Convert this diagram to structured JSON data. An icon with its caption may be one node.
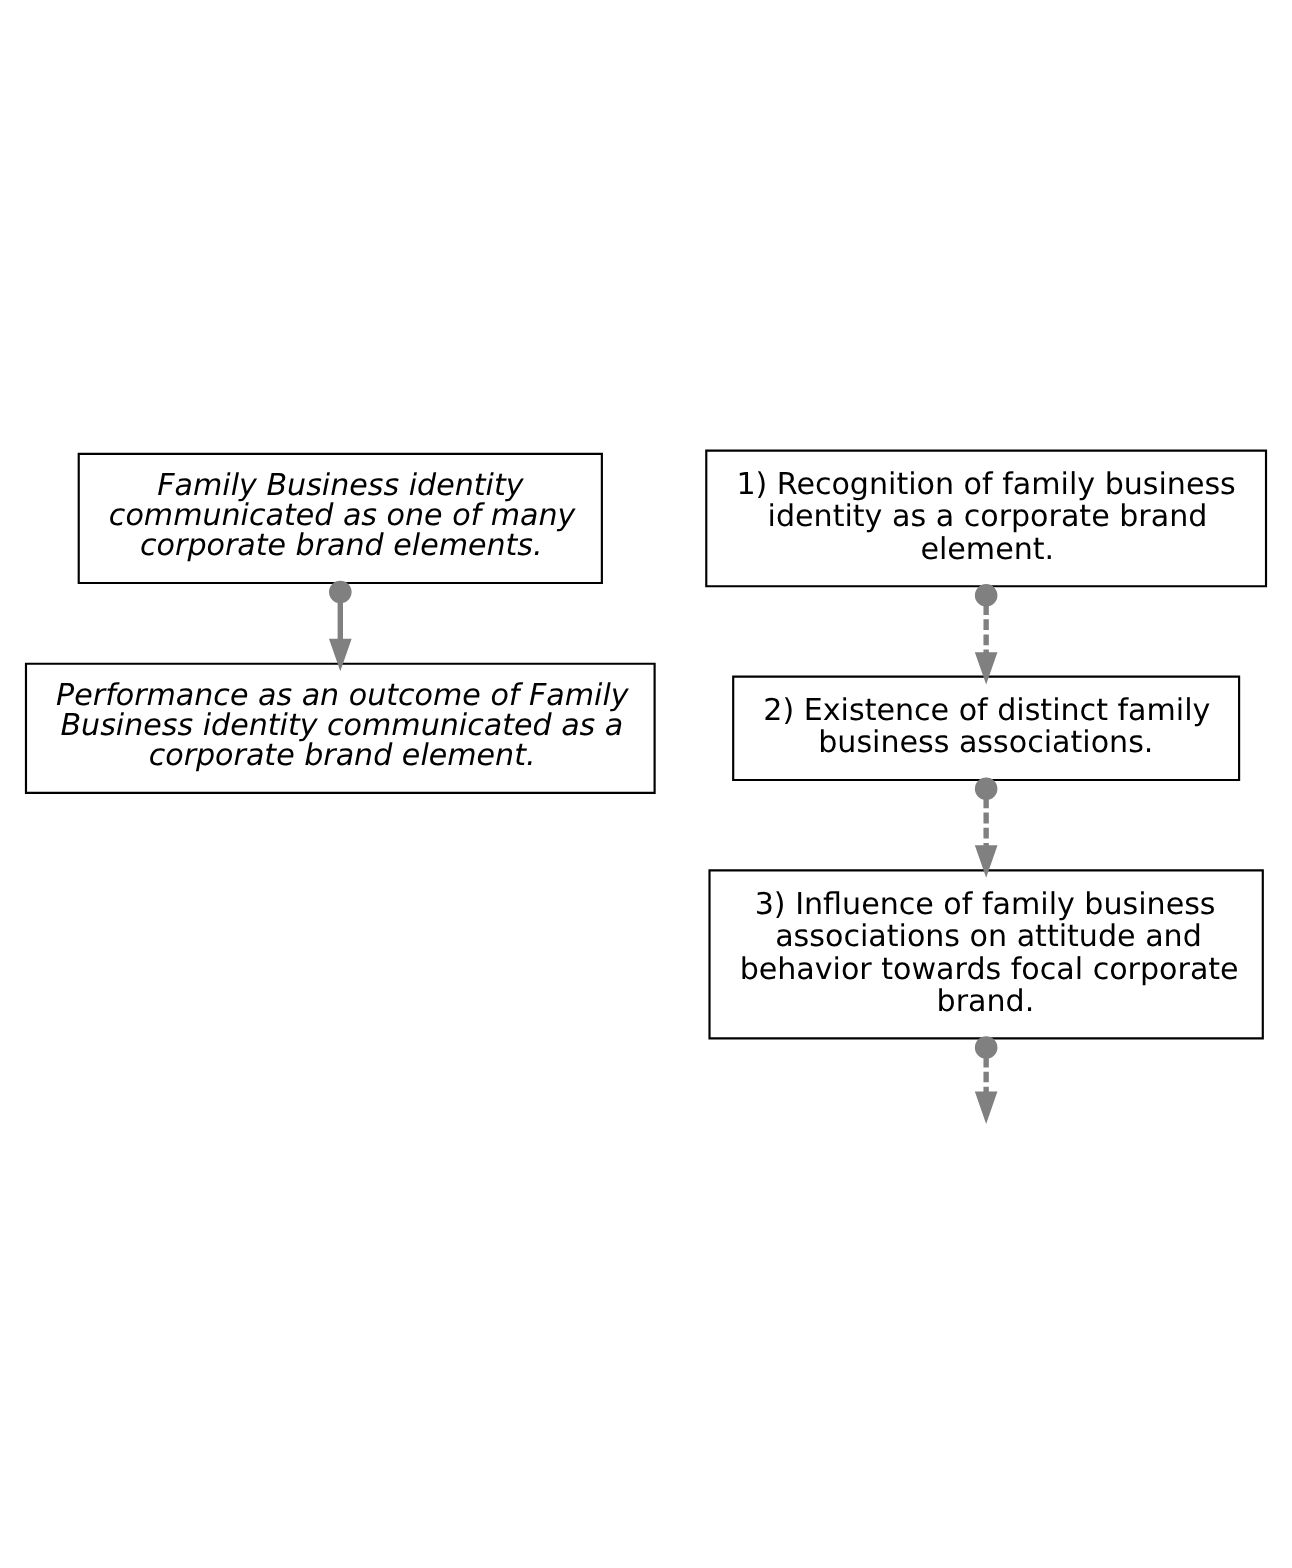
{
  "diagram": {
    "nodes": [
      {
        "text": [
          "Family Business identity communicated as one of many corporate brand elements."
        ]
      },
      {
        "text": [
          "1) Recognition of family business identity as a corporate brand element."
        ]
      },
      {
        "text": [
          "2) Existence of distinct family business associations."
        ]
      },
      {
        "text": [
          "3) Influence of family business associations on attitude and behavior towards focal corporate brand."
        ]
      },
      {
        "text": [
          "Performance as an outcome of Family Business identity communicated as a corporate brand element."
        ]
      }
    ],
    "edges": [
      {
        "from": 0,
        "to": 4,
        "arrow": "to"
      },
      {
        "from": 1,
        "to": 2,
        "arrow": "to",
        "style": "dashed"
      },
      {
        "from": 2,
        "to": 3,
        "arrow": "to",
        "style": "dashed"
      },
      {
        "from": 3,
        "to": null,
        "arrow": "to",
        "style": "dashed"
      }
    ]
  }
}
